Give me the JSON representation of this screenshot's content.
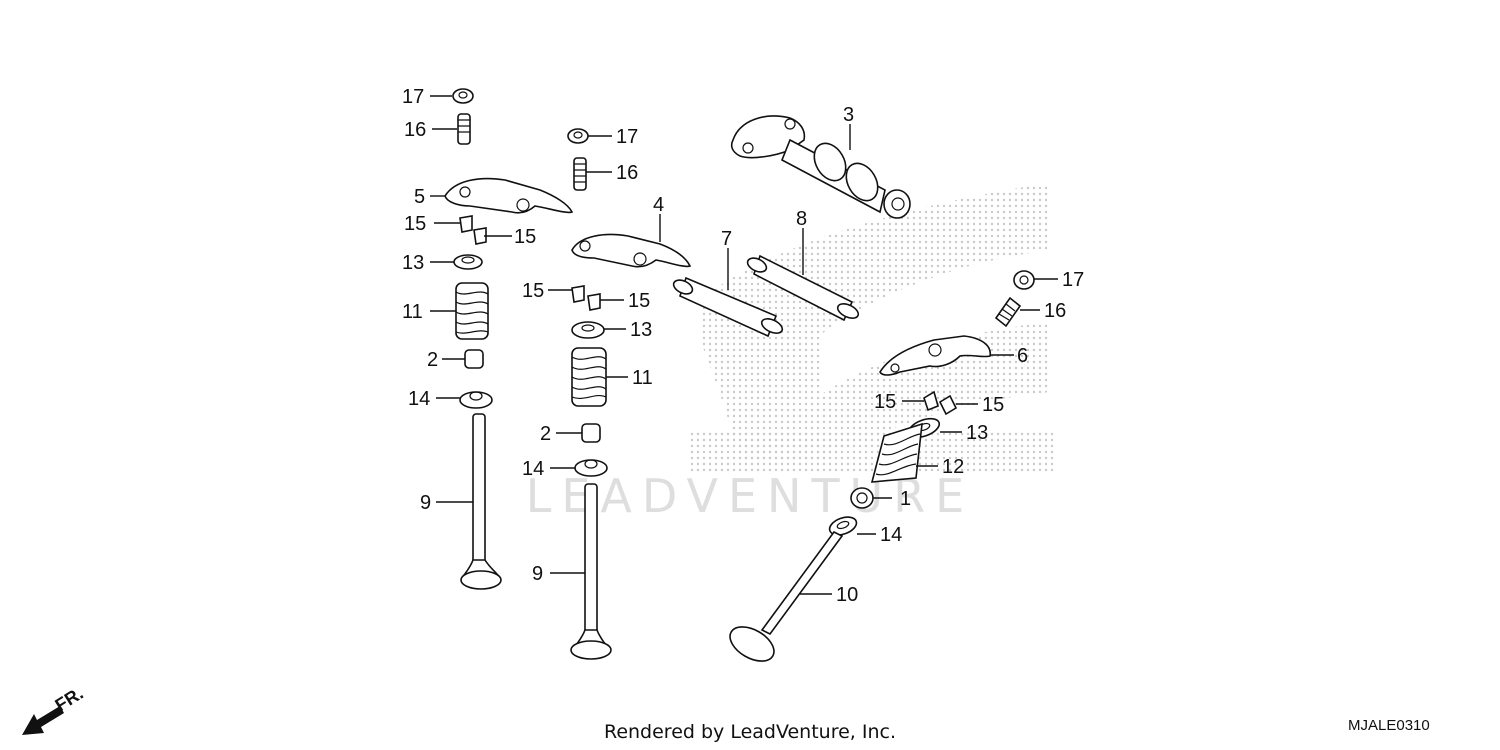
{
  "diagram": {
    "footer": "Rendered by LeadVenture, Inc.",
    "diagram_code": "MJALE0310",
    "front_marker": "FR.",
    "watermark_text": "LEADVENTURE",
    "callouts": [
      {
        "id": "c17a",
        "label": "17"
      },
      {
        "id": "c16a",
        "label": "16"
      },
      {
        "id": "c5",
        "label": "5"
      },
      {
        "id": "c15a",
        "label": "15"
      },
      {
        "id": "c15b",
        "label": "15"
      },
      {
        "id": "c13a",
        "label": "13"
      },
      {
        "id": "c11a",
        "label": "11"
      },
      {
        "id": "c2a",
        "label": "2"
      },
      {
        "id": "c14a",
        "label": "14"
      },
      {
        "id": "c9a",
        "label": "9"
      },
      {
        "id": "c17b",
        "label": "17"
      },
      {
        "id": "c16b",
        "label": "16"
      },
      {
        "id": "c4",
        "label": "4"
      },
      {
        "id": "c15c",
        "label": "15"
      },
      {
        "id": "c15d",
        "label": "15"
      },
      {
        "id": "c13b",
        "label": "13"
      },
      {
        "id": "c11b",
        "label": "11"
      },
      {
        "id": "c2b",
        "label": "2"
      },
      {
        "id": "c14b",
        "label": "14"
      },
      {
        "id": "c9b",
        "label": "9"
      },
      {
        "id": "c3",
        "label": "3"
      },
      {
        "id": "c7",
        "label": "7"
      },
      {
        "id": "c8",
        "label": "8"
      },
      {
        "id": "c17c",
        "label": "17"
      },
      {
        "id": "c16c",
        "label": "16"
      },
      {
        "id": "c6",
        "label": "6"
      },
      {
        "id": "c15e",
        "label": "15"
      },
      {
        "id": "c15f",
        "label": "15"
      },
      {
        "id": "c13c",
        "label": "13"
      },
      {
        "id": "c12",
        "label": "12"
      },
      {
        "id": "c1",
        "label": "1"
      },
      {
        "id": "c14c",
        "label": "14"
      },
      {
        "id": "c10",
        "label": "10"
      }
    ]
  }
}
